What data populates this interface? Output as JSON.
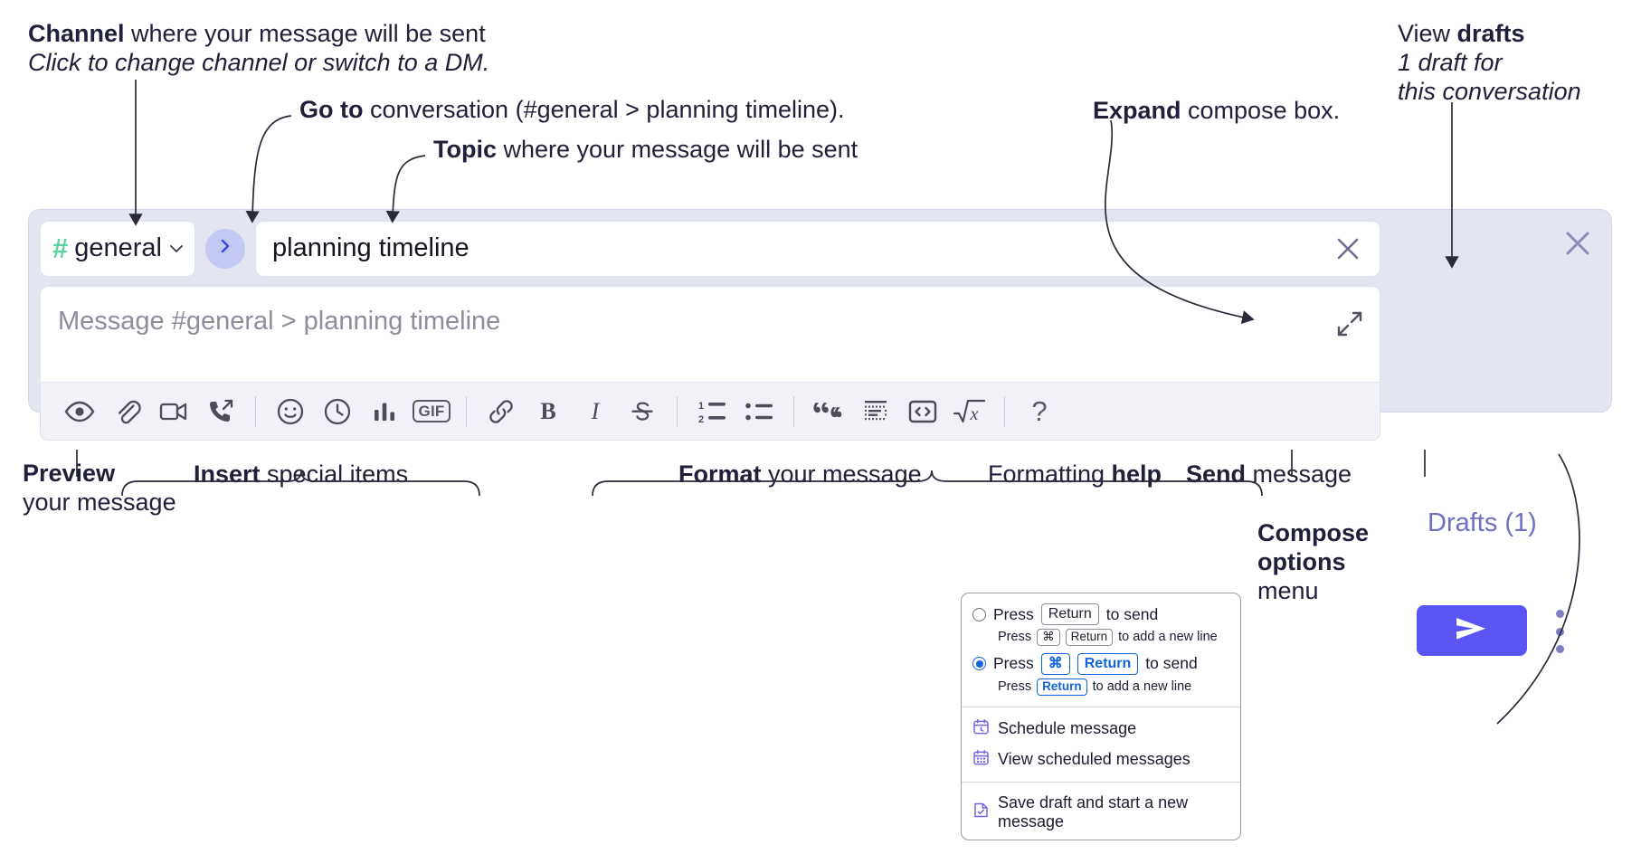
{
  "annotations": {
    "channel": {
      "bold": "Channel",
      "rest": " where your message will be sent",
      "italic": "Click to change channel or switch to a DM."
    },
    "goto": {
      "bold": "Go to",
      "rest": " conversation (#general > planning timeline)."
    },
    "topic": {
      "bold": "Topic",
      "rest": " where your message will be sent"
    },
    "expand": {
      "bold": "Expand",
      "rest": " compose box."
    },
    "drafts": {
      "rest": "View ",
      "bold": "drafts",
      "italic1": "1 draft for",
      "italic2": "this conversation"
    },
    "preview": {
      "bold": "Preview",
      "rest": "your message"
    },
    "insert": {
      "bold": "Insert",
      "rest": " special items"
    },
    "format": {
      "bold": "Format",
      "rest": " your message"
    },
    "help": {
      "rest": "Formatting ",
      "bold": "help"
    },
    "send": {
      "bold": "Send",
      "rest": " message"
    },
    "compose_options": {
      "bold1": "Compose",
      "bold2": "options",
      "rest": "menu"
    }
  },
  "compose": {
    "channel": {
      "hash": "#",
      "name": "general",
      "caret_icon": "chevron-down-icon"
    },
    "goto_icon": "chevron-right-icon",
    "topic": {
      "value": "planning timeline",
      "clear_icon": "close-icon"
    },
    "message": {
      "placeholder": "Message #general > planning timeline",
      "value": ""
    },
    "expand_icon": "expand-arrows-icon",
    "rail_close_icon": "close-icon",
    "drafts_label": "Drafts (1)",
    "send_icon": "send-paper-plane-icon",
    "kebab_icon": "vertical-dots-icon",
    "toolbar": [
      {
        "name": "preview-icon",
        "label": "Preview"
      },
      {
        "name": "attachment-icon",
        "label": "Attach file"
      },
      {
        "name": "video-camera-icon",
        "label": "Video clip"
      },
      {
        "name": "phone-forward-icon",
        "label": "Audio clip"
      },
      {
        "name": "separator",
        "label": ""
      },
      {
        "name": "emoji-smiley-icon",
        "label": "Emoji"
      },
      {
        "name": "clock-icon",
        "label": "Reminder"
      },
      {
        "name": "bar-chart-icon",
        "label": "Poll"
      },
      {
        "name": "gif-icon",
        "label": "GIF"
      },
      {
        "name": "separator",
        "label": ""
      },
      {
        "name": "link-icon",
        "label": "Link"
      },
      {
        "name": "bold-icon",
        "label": "B"
      },
      {
        "name": "italic-icon",
        "label": "I"
      },
      {
        "name": "strikethrough-icon",
        "label": "S"
      },
      {
        "name": "separator",
        "label": ""
      },
      {
        "name": "ordered-list-icon",
        "label": "Ordered list"
      },
      {
        "name": "bulleted-list-icon",
        "label": "Bulleted list"
      },
      {
        "name": "separator",
        "label": ""
      },
      {
        "name": "blockquote-icon",
        "label": "Blockquote"
      },
      {
        "name": "code-block-icon",
        "label": "Code block"
      },
      {
        "name": "inline-code-icon",
        "label": "Code"
      },
      {
        "name": "math-icon",
        "label": "Math"
      },
      {
        "name": "separator",
        "label": ""
      },
      {
        "name": "question-mark-icon",
        "label": "?"
      }
    ]
  },
  "options_menu": {
    "option1": {
      "selected": false,
      "pre": "Press",
      "key": "Return",
      "post": "to send",
      "sub_pre": "Press",
      "sub_key1": "⌘",
      "sub_key2": "Return",
      "sub_post": "to add a new line"
    },
    "option2": {
      "selected": true,
      "pre": "Press",
      "key1": "⌘",
      "key2": "Return",
      "post": "to send",
      "sub_pre": "Press",
      "sub_key": "Return",
      "sub_post": "to add a new line"
    },
    "items": [
      {
        "icon": "calendar-clock-icon",
        "label": "Schedule message"
      },
      {
        "icon": "calendar-grid-icon",
        "label": "View scheduled messages"
      },
      {
        "icon": "save-draft-icon",
        "label": "Save draft and start a new message"
      }
    ]
  },
  "colors": {
    "compose_bg": "#e3e5f1",
    "send_button": "#5a55f2",
    "goto_button": "#c4c8f4",
    "channel_hash": "#5ed39b",
    "drafts_text": "#6f6ec4",
    "accent_blue": "#1264dd"
  }
}
